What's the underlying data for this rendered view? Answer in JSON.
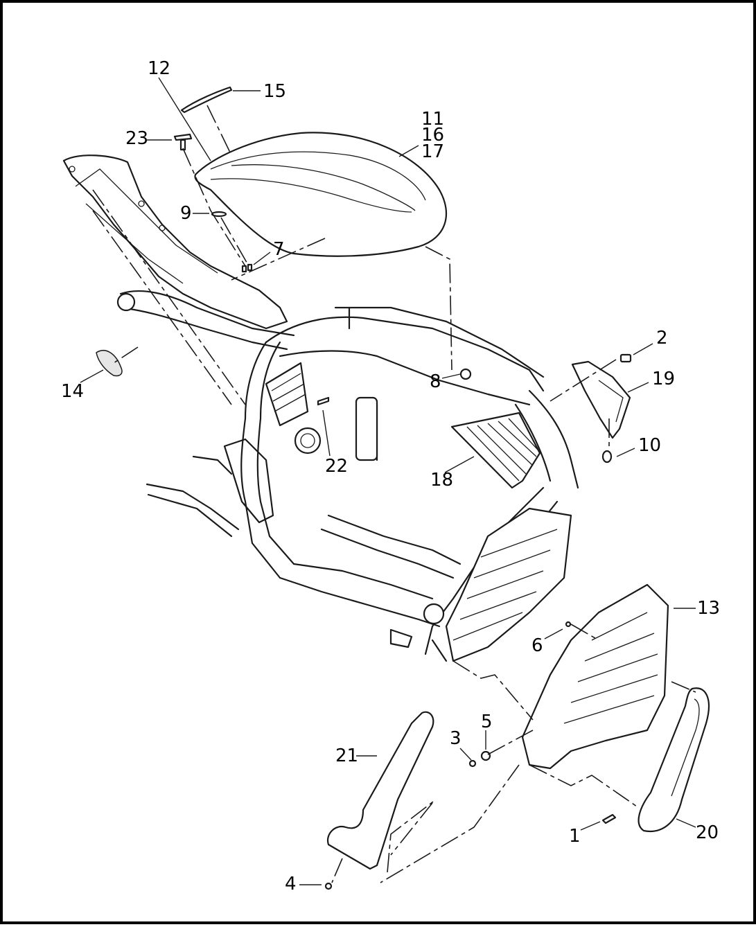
{
  "callouts": [
    {
      "id": "c12",
      "label": "12"
    },
    {
      "id": "c15",
      "label": "15"
    },
    {
      "id": "c11",
      "label": "11"
    },
    {
      "id": "c16",
      "label": "16"
    },
    {
      "id": "c17",
      "label": "17"
    },
    {
      "id": "c23",
      "label": "23"
    },
    {
      "id": "c9",
      "label": "9"
    },
    {
      "id": "c7",
      "label": "7"
    },
    {
      "id": "c2",
      "label": "2"
    },
    {
      "id": "c19",
      "label": "19"
    },
    {
      "id": "c8",
      "label": "8"
    },
    {
      "id": "c14",
      "label": "14"
    },
    {
      "id": "c10",
      "label": "10"
    },
    {
      "id": "c22",
      "label": "22"
    },
    {
      "id": "c18",
      "label": "18"
    },
    {
      "id": "c13",
      "label": "13"
    },
    {
      "id": "c6",
      "label": "6"
    },
    {
      "id": "c5",
      "label": "5"
    },
    {
      "id": "c3",
      "label": "3"
    },
    {
      "id": "c21",
      "label": "21"
    },
    {
      "id": "c1",
      "label": "1"
    },
    {
      "id": "c20",
      "label": "20"
    },
    {
      "id": "c4",
      "label": "4"
    }
  ]
}
